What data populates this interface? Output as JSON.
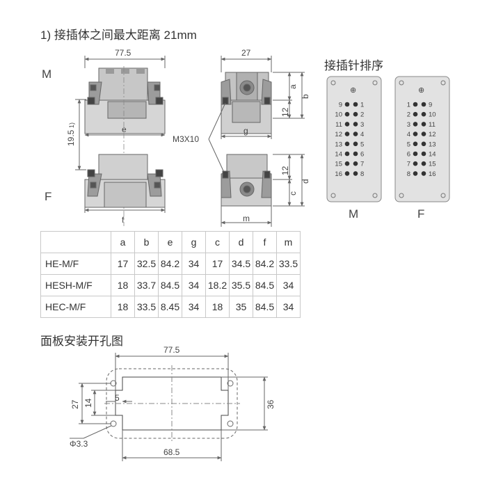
{
  "title": "1) 接插体之间最大距离 21mm",
  "labels": {
    "M": "M",
    "F": "F"
  },
  "front_view": {
    "width_dim": "77.5",
    "height_dim": "19.5",
    "height_note": "1)",
    "e": "e",
    "f": "f"
  },
  "side_view": {
    "width_dim": "27",
    "a": "a",
    "b": "b",
    "dim12_top": "12",
    "g": "g",
    "screw": "M3X10",
    "dim12_bottom": "12",
    "c": "c",
    "d": "d",
    "m": "m"
  },
  "pin_layout": {
    "title": "接插针排序",
    "ground": "⊕",
    "M": {
      "label": "M",
      "rows": [
        [
          "9",
          "1"
        ],
        [
          "10",
          "2"
        ],
        [
          "11",
          "3"
        ],
        [
          "12",
          "4"
        ],
        [
          "13",
          "5"
        ],
        [
          "14",
          "6"
        ],
        [
          "15",
          "7"
        ],
        [
          "16",
          "8"
        ]
      ]
    },
    "F": {
      "label": "F",
      "rows": [
        [
          "1",
          "9"
        ],
        [
          "2",
          "10"
        ],
        [
          "3",
          "11"
        ],
        [
          "4",
          "12"
        ],
        [
          "5",
          "13"
        ],
        [
          "6",
          "14"
        ],
        [
          "7",
          "15"
        ],
        [
          "8",
          "16"
        ]
      ]
    }
  },
  "table": {
    "headers": [
      "a",
      "b",
      "e",
      "g",
      "c",
      "d",
      "f",
      "m"
    ],
    "rows": [
      {
        "name": "HE-M/F",
        "values": [
          "17",
          "32.5",
          "84.2",
          "34",
          "17",
          "34.5",
          "84.2",
          "33.5"
        ]
      },
      {
        "name": "HESH-M/F",
        "values": [
          "18",
          "33.7",
          "84.5",
          "34",
          "18.2",
          "35.5",
          "84.5",
          "34"
        ]
      },
      {
        "name": "HEC-M/F",
        "values": [
          "18",
          "33.5",
          "8.45",
          "34",
          "18",
          "35",
          "84.5",
          "34"
        ]
      }
    ]
  },
  "cutout": {
    "title": "面板安装开孔图",
    "top_dim": "77.5",
    "bottom_dim": "68.5",
    "right_dim": "36",
    "left_outer": "27",
    "left_inner": "14",
    "offset": "5",
    "hole": "Φ3.3"
  }
}
